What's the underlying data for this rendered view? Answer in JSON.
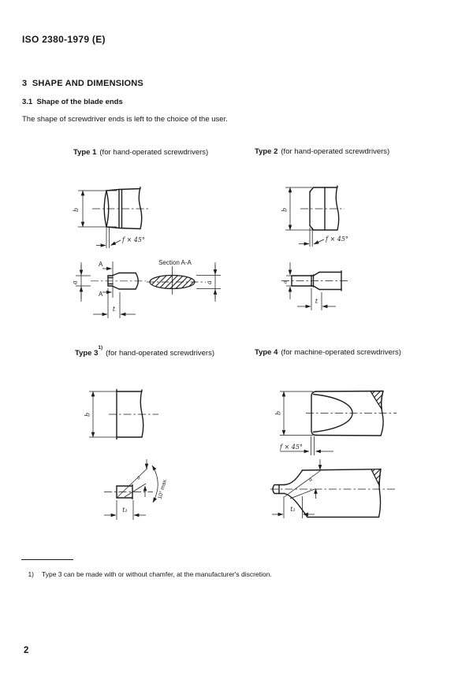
{
  "doc": {
    "standard_ref": "ISO 2380-1979 (E)",
    "section_heading": "3  SHAPE AND DIMENSIONS",
    "subsection_heading": "3.1  Shape of the blade ends",
    "intro": "The shape of screwdriver ends is left to the choice of the user.",
    "footnote_marker": "1)",
    "footnote_text": "Type 3 can be made with or without chamfer, at the manufacturer's discretion.",
    "page_number": "2"
  },
  "figures": [
    {
      "name": "Type 1",
      "sup": "",
      "desc": "(for hand-operated screwdrivers)"
    },
    {
      "name": "Type 2",
      "sup": "",
      "desc": "(for hand-operated screwdrivers)"
    },
    {
      "name": "Type 3",
      "sup": "1)",
      "desc": "(for hand-operated screwdrivers)"
    },
    {
      "name": "Type 4",
      "sup": "",
      "desc": "(for machine-operated screwdrivers)"
    }
  ],
  "dims": {
    "b": "b",
    "a": "a",
    "t": "t",
    "t1": "t₁",
    "chamfer": "f × 45°",
    "section_marker": "A",
    "section_title": "Section A-A",
    "angle_max": "10° max."
  }
}
